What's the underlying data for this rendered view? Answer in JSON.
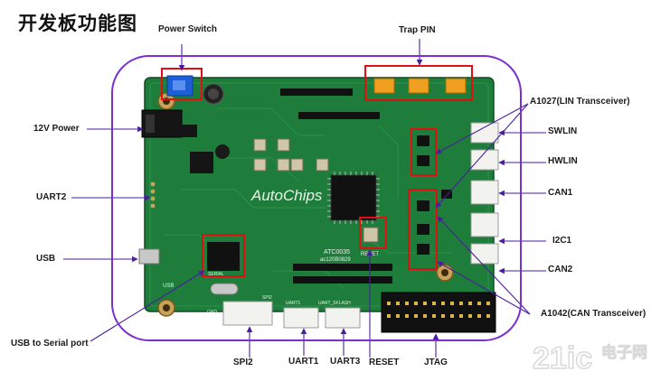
{
  "title": "开发板功能图",
  "labels": {
    "power_switch": "Power Switch",
    "trap_pin": "Trap PIN",
    "power_12v": "12V Power",
    "uart2": "UART2",
    "usb": "USB",
    "usb_to_serial": "USB to Serial port",
    "a1027": "A1027(LIN Transceiver)",
    "swlin": "SWLIN",
    "hwlin": "HWLIN",
    "can1": "CAN1",
    "i2c1": "I2C1",
    "can2": "CAN2",
    "a1042": "A1042(CAN Transceiver)",
    "spi2": "SPI2",
    "uart1": "UART1",
    "uart3": "UART3",
    "reset": "RESET",
    "jtag": "JTAG"
  },
  "board": {
    "brand": "AutoChips",
    "chip_model": "ATC0035",
    "chip_code": "ac120B0829",
    "usb_label": "USB",
    "serial_label": "SERIAL",
    "uart1_silk": "UART1",
    "uart_sflash_silk": "UART_SFLASH",
    "reset_silk": "RESET",
    "spi2_silk": "SPI2",
    "gnd_silk": "GND"
  },
  "watermark": {
    "brand": "21ic",
    "text": "电子网"
  },
  "colors": {
    "frame": "#7a2fd0",
    "highlight_box": "#e01010",
    "board": "#1e7a3a",
    "leader_line": "#4a1e9c"
  }
}
